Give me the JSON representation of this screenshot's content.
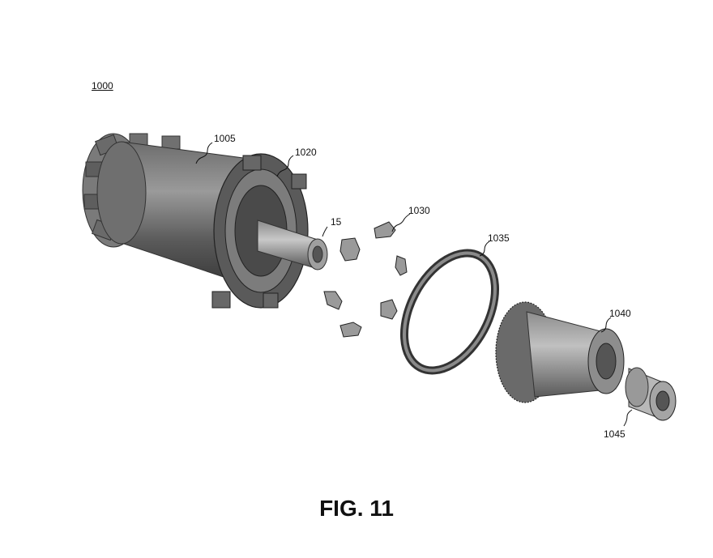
{
  "figure": {
    "ref": "1000",
    "caption": "FIG. 11"
  },
  "labels": {
    "l1005": "1005",
    "l1020": "1020",
    "l15": "15",
    "l1030": "1030",
    "l1035": "1035",
    "l1040": "1040",
    "l1045": "1045"
  }
}
